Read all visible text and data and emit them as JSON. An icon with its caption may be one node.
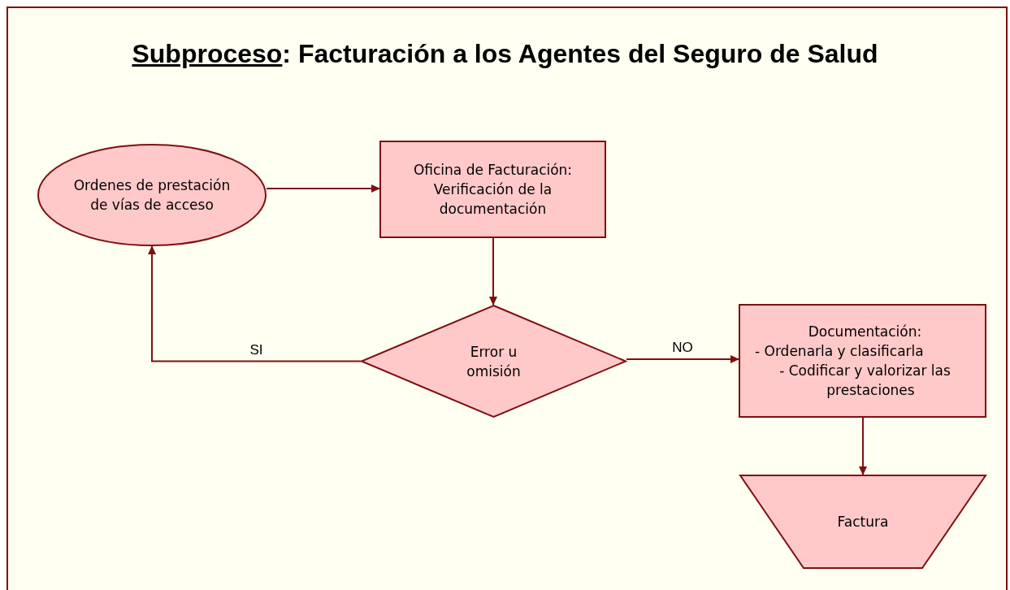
{
  "diagram": {
    "title": "Subproceso: Facturación a los Agentes del Seguro de Salud",
    "nodes": [
      {
        "text": [
          "Ordenes de prestación de vías de acceso"
        ]
      },
      {
        "text": [
          "Oficina de Facturación: Verificación de la documentación"
        ]
      },
      {
        "text": [
          "Error u omisión"
        ]
      },
      {
        "text": [
          "Documentación:",
          "- Ordenarla y clasificarla",
          "- Codificar y valorizar las prestaciones"
        ]
      },
      {
        "text": [
          "Factura"
        ]
      }
    ],
    "edges": [
      {
        "from": 0,
        "to": 1,
        "arrow": "to"
      },
      {
        "from": 1,
        "to": 2,
        "arrow": "to"
      },
      {
        "from": 2,
        "to": 0,
        "arrow": "to",
        "label": "SI"
      },
      {
        "from": 2,
        "to": 3,
        "arrow": "to",
        "label": "NO"
      },
      {
        "from": 3,
        "to": 4,
        "arrow": "to"
      }
    ]
  }
}
